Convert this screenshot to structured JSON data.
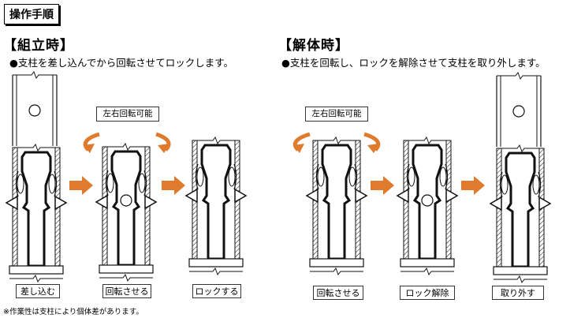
{
  "header": {
    "title": "操作手順"
  },
  "assembly": {
    "heading": "【組立時】",
    "description": "●支柱を差し込んでから回転させてロックします。",
    "rotation_label": "左右回転可能",
    "steps": [
      "差し込む",
      "回転させる",
      "ロックする"
    ]
  },
  "disassembly": {
    "heading": "【解体時】",
    "description": "●支柱を回転し、ロックを解除させて支柱を取り外します。",
    "rotation_label": "左右回転可能",
    "steps": [
      "回転させる",
      "ロック解除",
      "取り外す"
    ]
  },
  "footnote": "※作業性は支柱により個体差があります。",
  "colors": {
    "arrow": "#e07a2c",
    "line": "#111111"
  }
}
